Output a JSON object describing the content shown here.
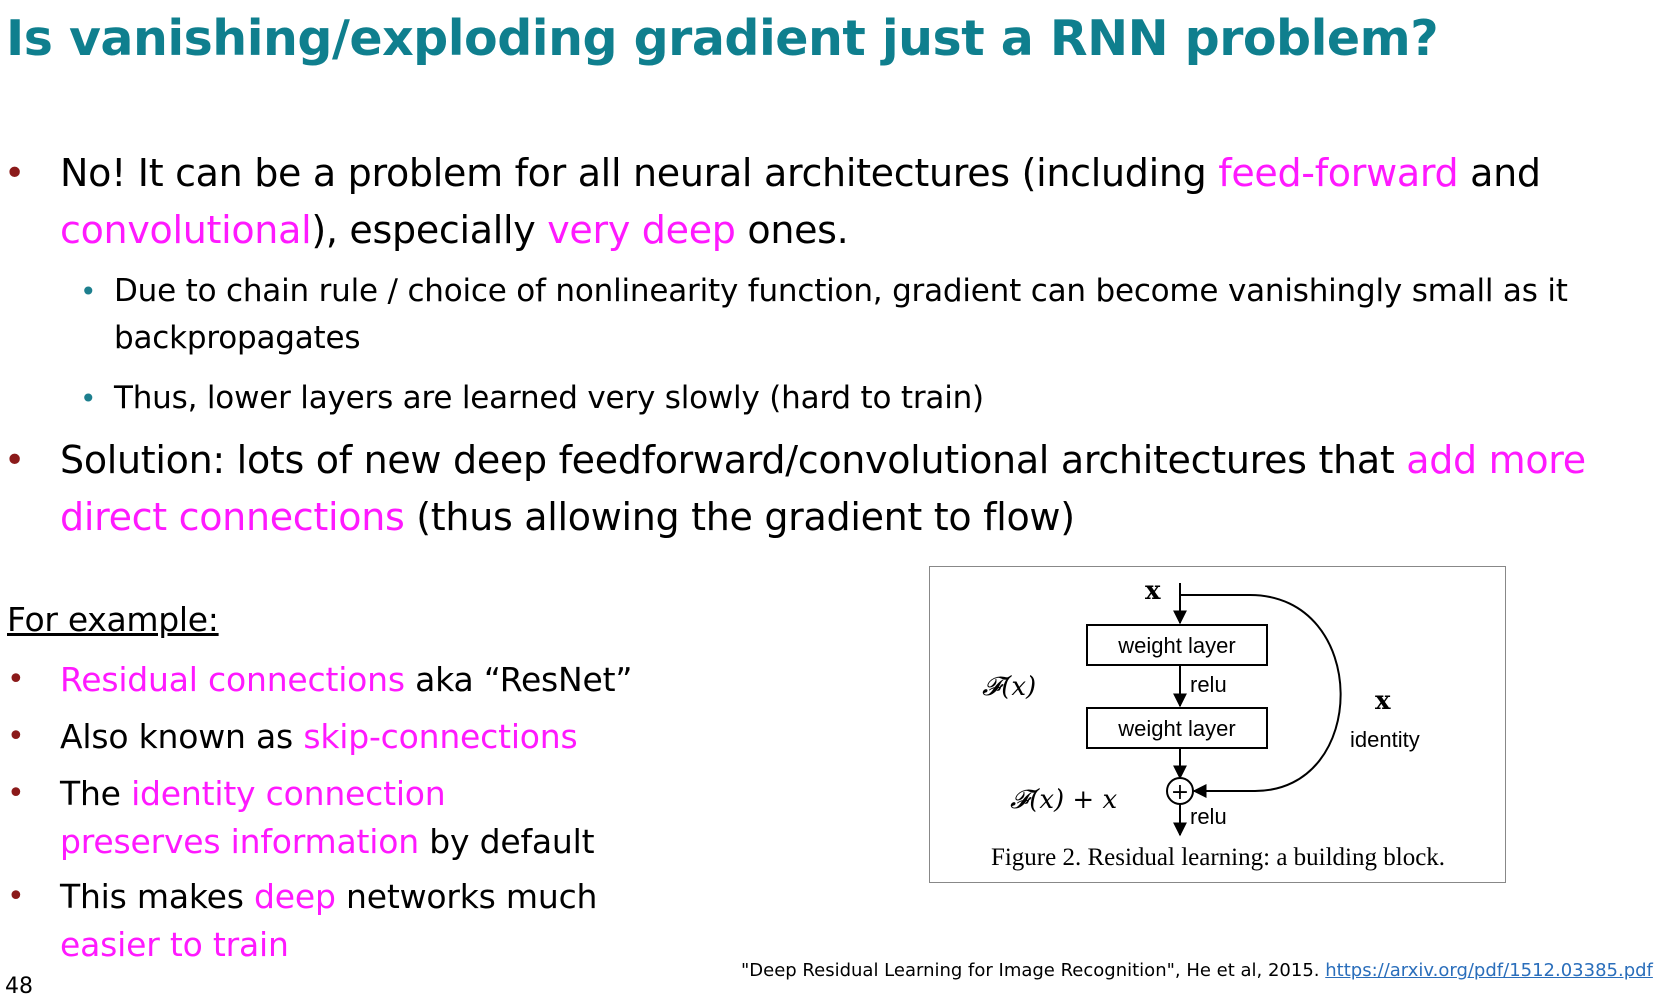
{
  "slide": {
    "title": "Is vanishing/exploding gradient just a RNN problem?",
    "page_number": "48"
  },
  "bullets": {
    "b1": {
      "t1": "No! It can be a problem for all neural architectures (including ",
      "h1": "feed-forward",
      "t2": " and ",
      "h2": "convolutional",
      "t3": "), especially ",
      "h3": "very deep",
      "t4": " ones."
    },
    "b1_sub1": "Due to chain rule / choice of nonlinearity function, gradient can become vanishingly small as it backpropagates",
    "b1_sub2": "Thus, lower layers are learned very slowly (hard to train)",
    "b2": {
      "t1": "Solution: lots of new deep feedforward/convolutional architectures that ",
      "h1": "add more direct connections",
      "t2": " (thus allowing the gradient to flow)"
    }
  },
  "example": {
    "heading": "For example:",
    "items": [
      {
        "h1": "Residual connections",
        "t1": " aka “ResNet”"
      },
      {
        "t1": "Also known as ",
        "h1": "skip-connections"
      },
      {
        "t1": "The ",
        "h1": "identity connection",
        "h2": "preserves information",
        "t2": " by default"
      },
      {
        "t1": "This makes ",
        "h1": "deep",
        "t2": " networks much",
        "h2": "easier to train"
      }
    ]
  },
  "figure": {
    "x_top": "x",
    "weight_layer_1": "weight layer",
    "relu_1": "relu",
    "weight_layer_2": "weight layer",
    "f_x": "𝓕(x)",
    "f_x_plus_x": "𝓕(x) + x",
    "plus": "+",
    "relu_2": "relu",
    "identity_x": "x",
    "identity_label": "identity",
    "caption": "Figure 2. Residual learning: a building block."
  },
  "citation": {
    "text": "\"Deep Residual Learning for Image Recognition\", He et al, 2015. ",
    "link": "https://arxiv.org/pdf/1512.03385.pdf"
  },
  "colors": {
    "title": "#0f7f8e",
    "highlight": "#ff19ff",
    "bullet_main": "#8b1a1a",
    "bullet_sub": "#1d7f8e",
    "link": "#2a6ebb"
  }
}
